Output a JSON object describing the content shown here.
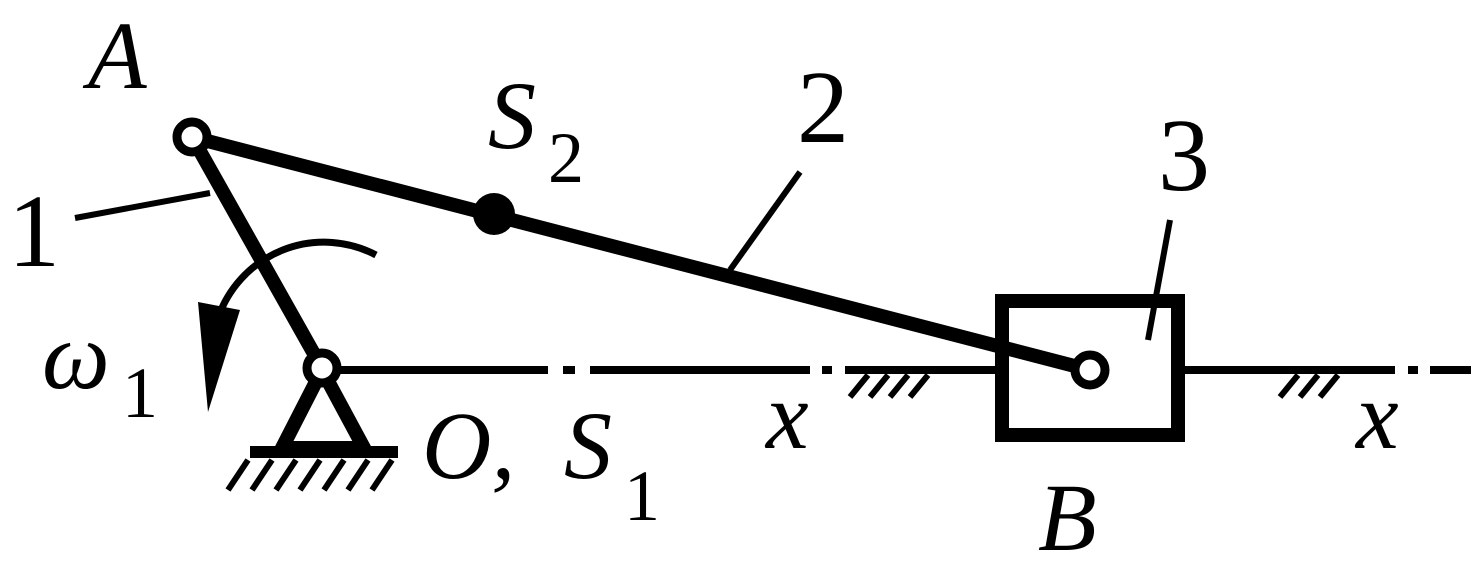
{
  "diagram": {
    "labels": {
      "A": "A",
      "S2": "S",
      "S2_sub": "2",
      "link1": "1",
      "link2": "2",
      "link3": "3",
      "omega": "ω",
      "omega_sub": "1",
      "O": "O,",
      "S1": "S",
      "S1_sub": "1",
      "x_mid": "x",
      "x_right": "x",
      "B": "B"
    },
    "colors": {
      "ink": "#000000",
      "background": "#ffffff"
    }
  }
}
